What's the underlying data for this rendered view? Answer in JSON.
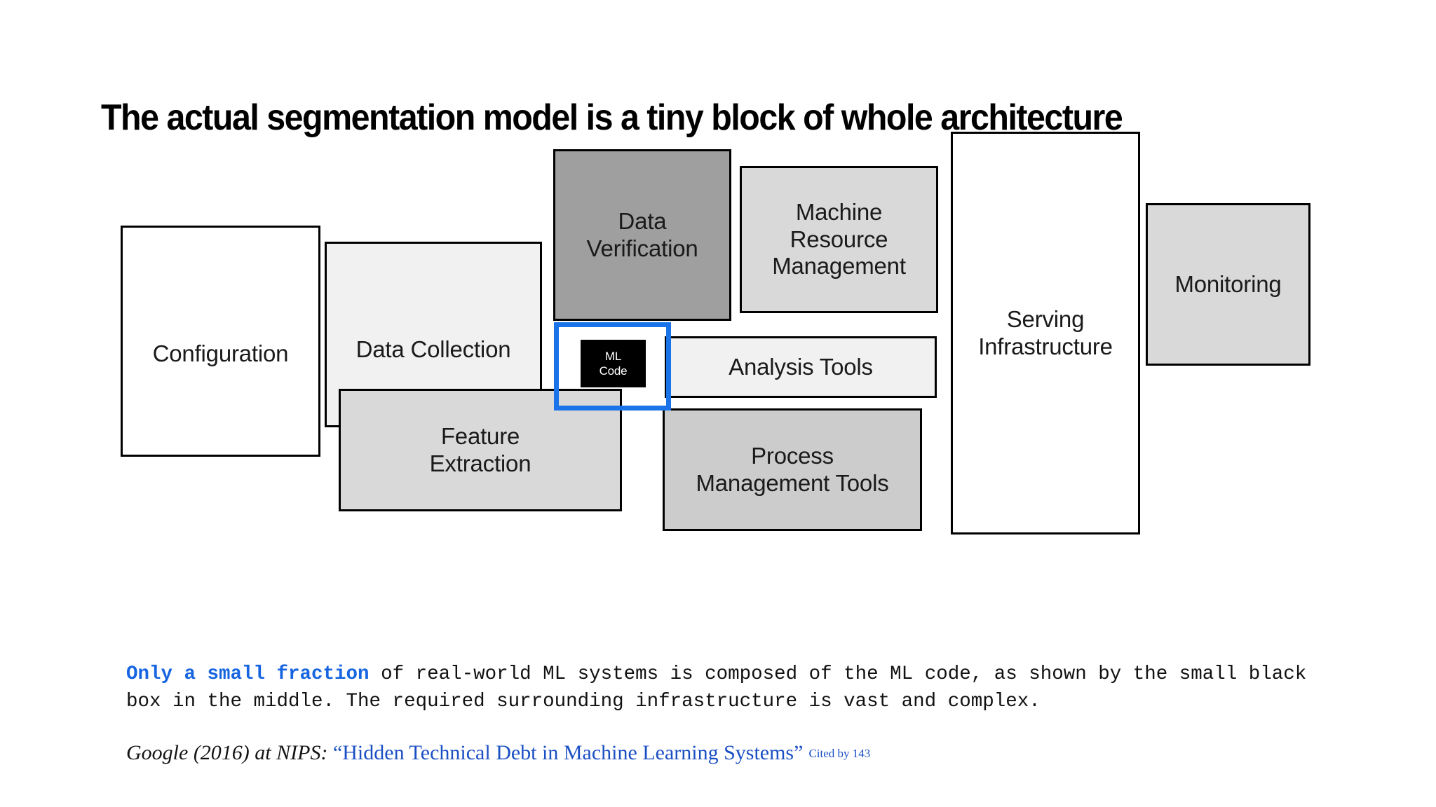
{
  "slide": {
    "title": "The actual segmentation model is a tiny block of whole architecture",
    "background_color": "#ffffff"
  },
  "diagram": {
    "type": "block-architecture",
    "highlight_color": "#1a73e8",
    "highlight_target": "ML Code",
    "nodes": [
      {
        "id": "configuration",
        "label": "Configuration",
        "fill": "#ffffff",
        "text_color": "#1a1a1a"
      },
      {
        "id": "data-collection",
        "label": "Data Collection",
        "fill": "#f1f1f1",
        "text_color": "#1a1a1a"
      },
      {
        "id": "data-verification",
        "label": "Data\nVerification",
        "fill": "#9f9f9f",
        "text_color": "#1a1a1a"
      },
      {
        "id": "machine-resource-management",
        "label": "Machine\nResource\nManagement",
        "fill": "#d9d9d9",
        "text_color": "#1a1a1a"
      },
      {
        "id": "serving-infrastructure",
        "label": "Serving\nInfrastructure",
        "fill": "#ffffff",
        "text_color": "#1a1a1a"
      },
      {
        "id": "monitoring",
        "label": "Monitoring",
        "fill": "#d9d9d9",
        "text_color": "#1a1a1a"
      },
      {
        "id": "analysis-tools",
        "label": "Analysis Tools",
        "fill": "#f1f1f1",
        "text_color": "#1a1a1a"
      },
      {
        "id": "feature-extraction",
        "label": "Feature\nExtraction",
        "fill": "#d9d9d9",
        "text_color": "#1a1a1a"
      },
      {
        "id": "process-management-tools",
        "label": "Process\nManagement Tools",
        "fill": "#cccccc",
        "text_color": "#1a1a1a"
      },
      {
        "id": "ml-code",
        "label": "ML\nCode",
        "fill": "#000000",
        "text_color": "#ffffff"
      }
    ]
  },
  "caption": {
    "highlight_text": "Only a small fraction",
    "highlight_color": "#1765e0",
    "rest_text": " of real-world ML systems is composed of the ML code, as shown by the small black box in the middle. The required surrounding infrastructure is vast and complex."
  },
  "citation": {
    "source": "Google (2016) at NIPS: ",
    "paper_title": "“Hidden Technical Debt in Machine Learning Systems”",
    "cited_by": "Cited by 143",
    "link_color": "#1a4fc4"
  }
}
